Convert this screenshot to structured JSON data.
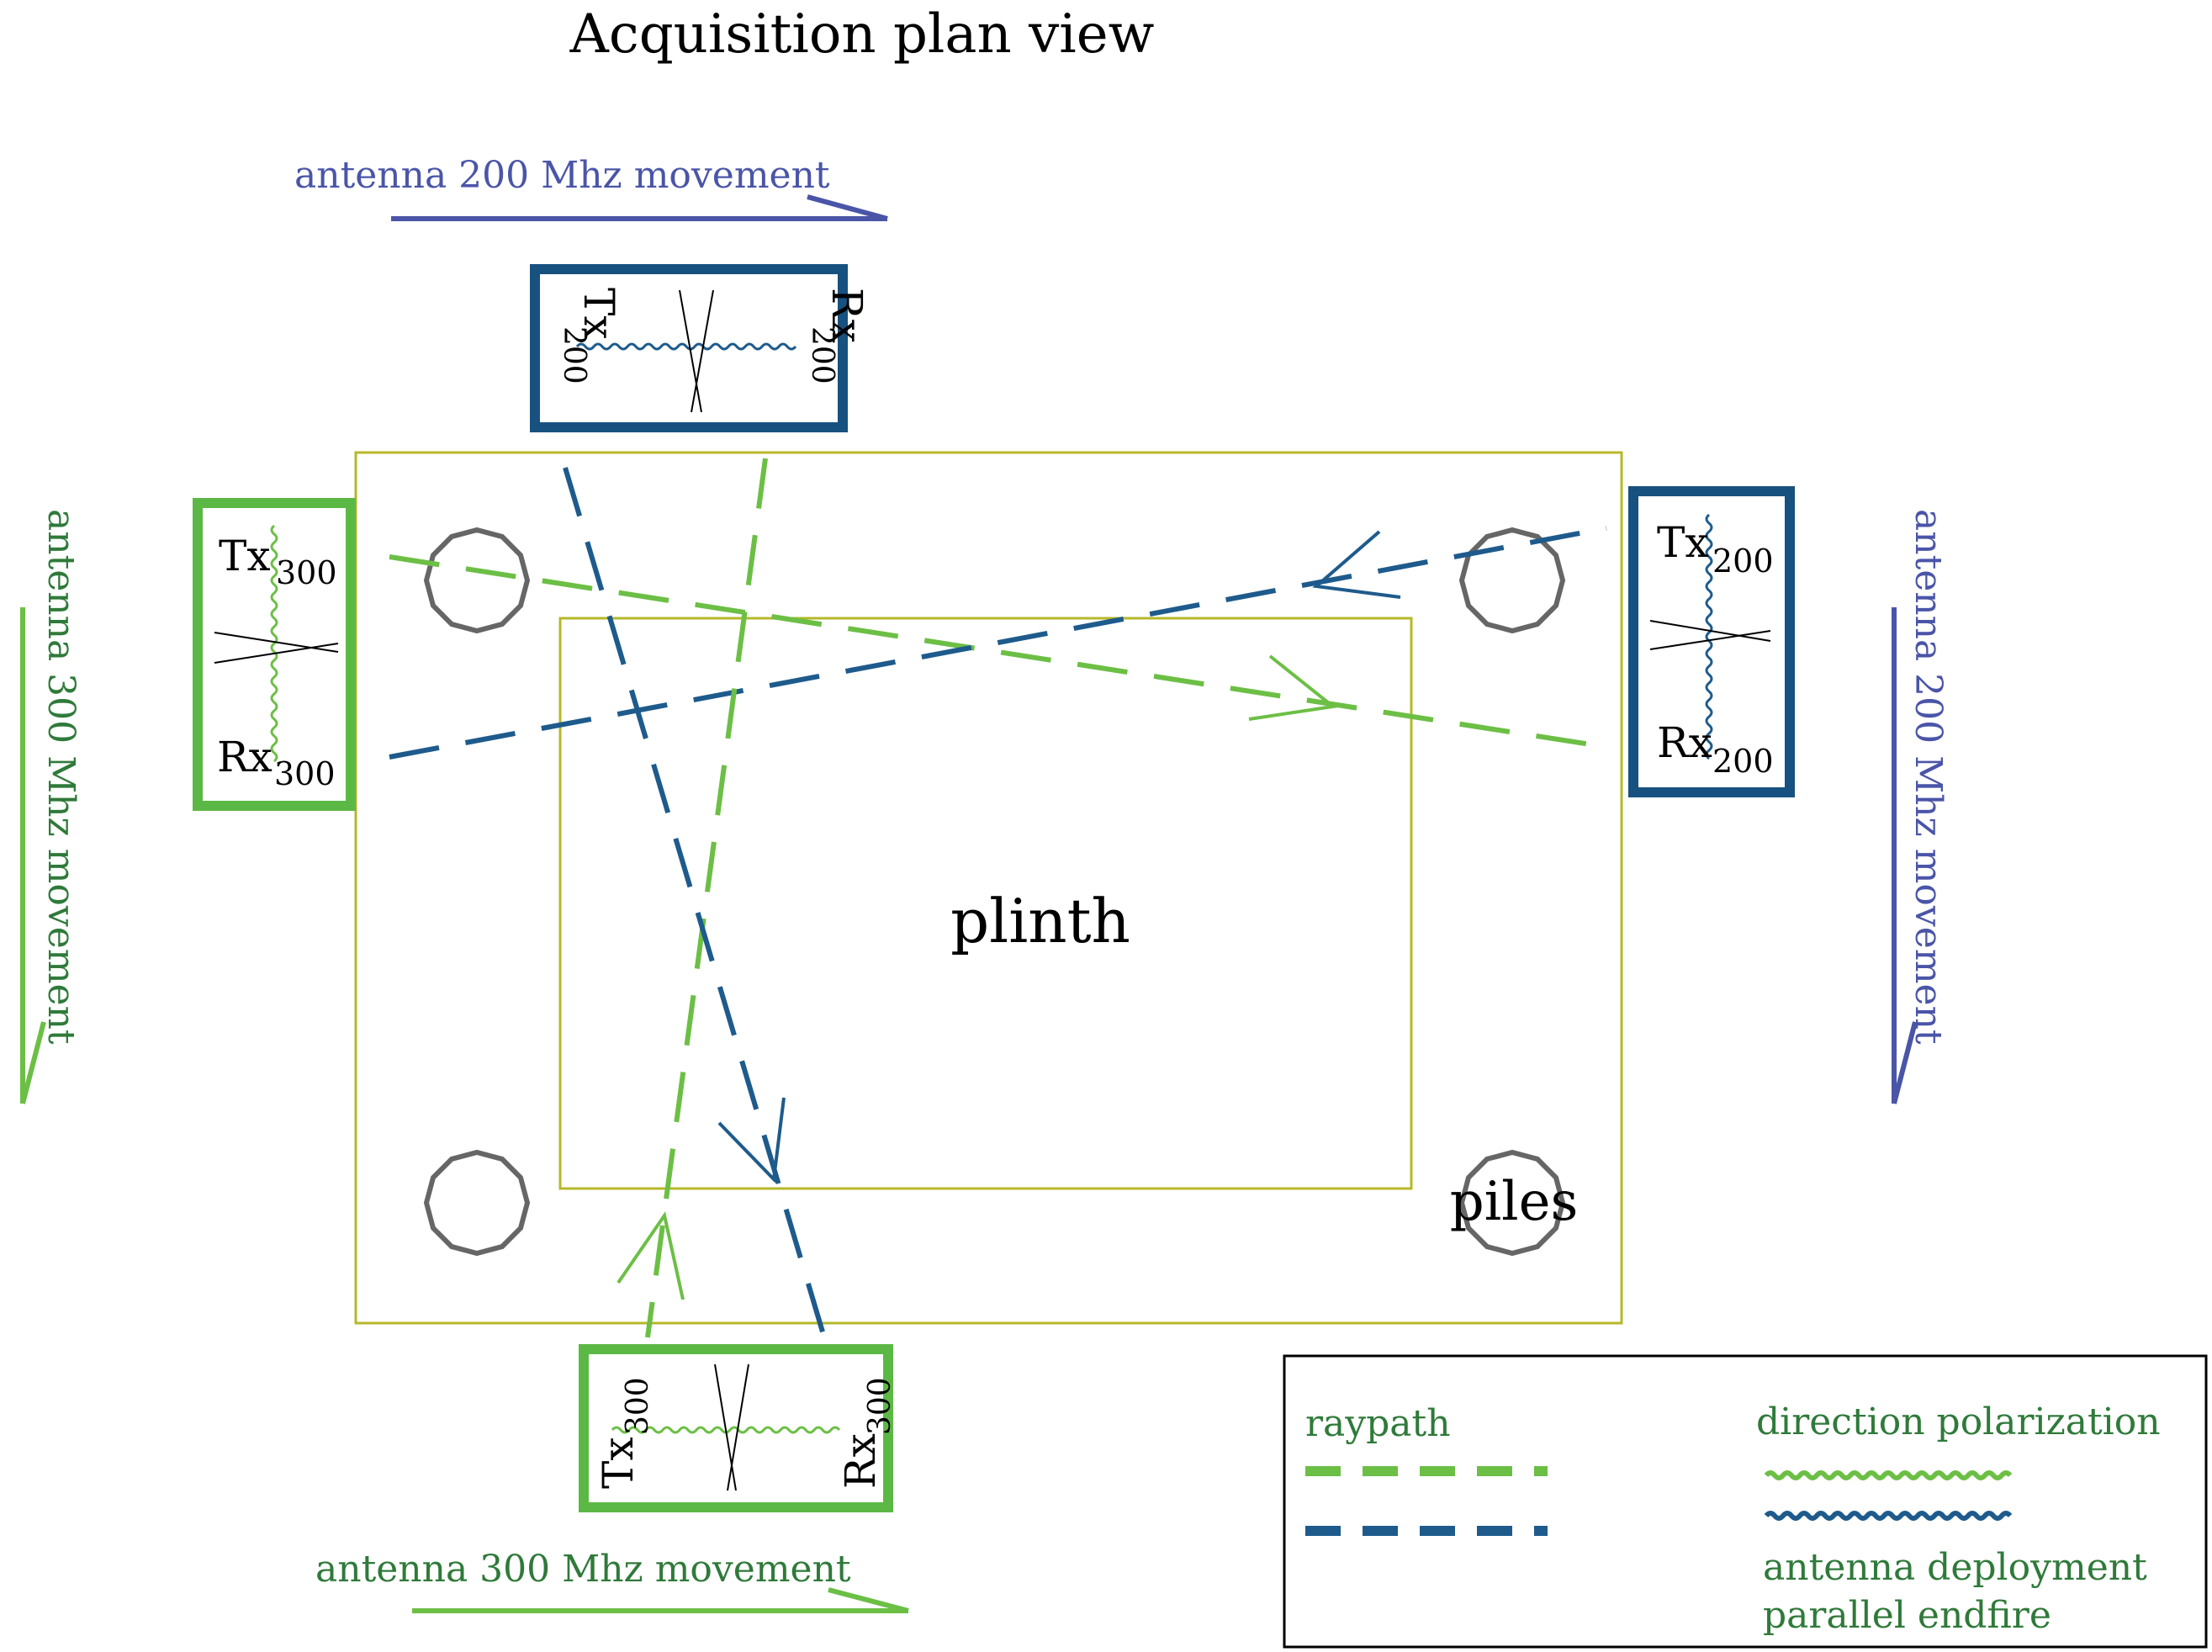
{
  "title": "Acquisition plan view",
  "colors": {
    "green": "#6cbf45",
    "green_box": "#5cb845",
    "blue": "#1e5b8c",
    "blue_dark": "#17517f",
    "purple": "#4a55a8",
    "green_text": "#2f7a3a",
    "olive": "#b5b82a",
    "pile": "#666666",
    "black": "#000000"
  },
  "movement_labels": {
    "top": "antenna 200 Mhz movement",
    "bottom": "antenna 300 Mhz movement",
    "left": "antenna 300 Mhz movement",
    "right": "antenna 200 Mhz movement"
  },
  "antennas": {
    "top": {
      "tx": "Tx",
      "tx_sub": "200",
      "rx": "Rx",
      "rx_sub": "200"
    },
    "right": {
      "tx": "Tx",
      "tx_sub": "200",
      "rx": "Rx",
      "rx_sub": "200"
    },
    "left": {
      "tx": "Tx",
      "tx_sub": "300",
      "rx": "Rx",
      "rx_sub": "300"
    },
    "bottom": {
      "tx": "Tx",
      "tx_sub": "300",
      "rx": "Rx",
      "rx_sub": "300"
    }
  },
  "labels": {
    "plinth": "plinth",
    "piles": "piles"
  },
  "legend": {
    "raypath": "raypath",
    "direction": "direction polarization",
    "deployment_line1": "antenna deployment",
    "deployment_line2": "parallel endfire"
  }
}
